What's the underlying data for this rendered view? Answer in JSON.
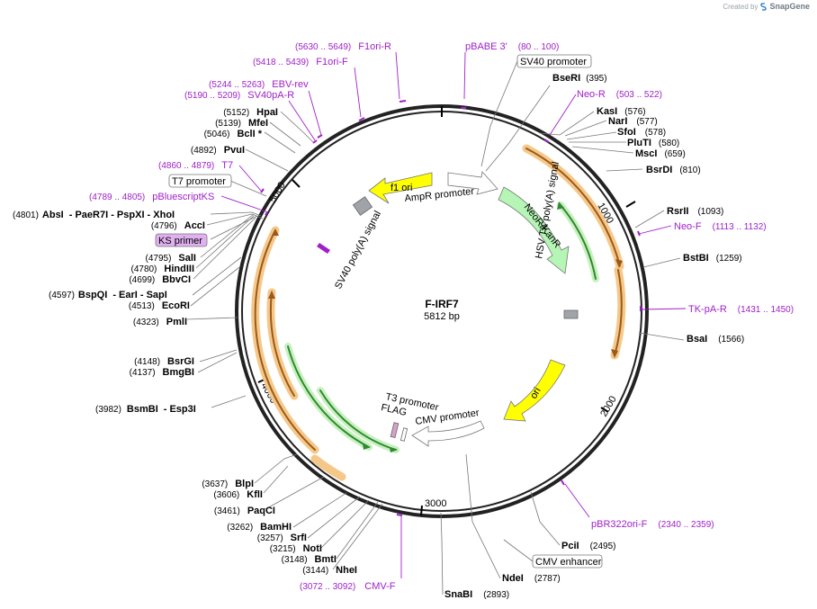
{
  "credit": {
    "prefix": "Created by",
    "brand": "SnapGene",
    "icon": "snapgene-logo-icon"
  },
  "plasmid": {
    "name": "F-IRF7",
    "length_label": "5812 bp"
  },
  "ticks": [
    "1000",
    "2000",
    "3000",
    "4000",
    "5000"
  ],
  "features": [
    {
      "label": "f1 ori",
      "color": "#ffff00"
    },
    {
      "label": "AmpR promoter",
      "color": "#ffffff"
    },
    {
      "label": "NeoR/KanR",
      "color": "#b5f5b5"
    },
    {
      "label": "HSV TK poly(A) signal",
      "color": "#a0a4a8"
    },
    {
      "label": "ori",
      "color": "#ffff00"
    },
    {
      "label": "CMV promoter",
      "color": "#ffffff"
    },
    {
      "label": "T3 promoter",
      "color": "#ffffff"
    },
    {
      "label": "FLAG",
      "color": "#d7a0c8"
    },
    {
      "label": "SV40 poly(A) signal",
      "color": "#a0a4a8"
    }
  ],
  "boxed_labels": {
    "sv40_promoter": "SV40 promoter",
    "t7_promoter": "T7 promoter",
    "ks_primer": "KS primer",
    "cmv_enhancer": "CMV enhancer"
  },
  "right_enzymes": [
    {
      "name": "BseRI",
      "pos": "(395)"
    },
    {
      "name": "KasI",
      "pos": "(576)"
    },
    {
      "name": "NarI",
      "pos": "(577)"
    },
    {
      "name": "SfoI",
      "pos": "(578)"
    },
    {
      "name": "PluTI",
      "pos": "(580)"
    },
    {
      "name": "MscI",
      "pos": "(659)"
    },
    {
      "name": "BsrDI",
      "pos": "(810)"
    },
    {
      "name": "RsrII",
      "pos": "(1093)"
    },
    {
      "name": "BstBI",
      "pos": "(1259)"
    },
    {
      "name": "BsaI",
      "pos": "(1566)"
    },
    {
      "name": "PciI",
      "pos": "(2495)"
    },
    {
      "name": "NdeI",
      "pos": "(2787)"
    },
    {
      "name": "SnaBI",
      "pos": "(2893)"
    }
  ],
  "left_enzymes": [
    {
      "pos": "(5152)",
      "name": "HpaI"
    },
    {
      "pos": "(5139)",
      "name": "MfeI"
    },
    {
      "pos": "(5046)",
      "name": "BclI *"
    },
    {
      "pos": "(4892)",
      "name": "PvuI"
    },
    {
      "pos": "(4801)",
      "name": "AbsI",
      "extra": "- PaeR7I  - PspXI  - XhoI"
    },
    {
      "pos": "(4796)",
      "name": "AccI"
    },
    {
      "pos": "(4795)",
      "name": "SalI"
    },
    {
      "pos": "(4780)",
      "name": "HindIII"
    },
    {
      "pos": "(4699)",
      "name": "BbvCI"
    },
    {
      "pos": "(4597)",
      "name": "BspQI",
      "extra": "- EarI  - SapI"
    },
    {
      "pos": "(4513)",
      "name": "EcoRI"
    },
    {
      "pos": "(4323)",
      "name": "PmlI"
    },
    {
      "pos": "(4148)",
      "name": "BsrGI"
    },
    {
      "pos": "(4137)",
      "name": "BmgBI"
    },
    {
      "pos": "(3982)",
      "name": "BsmBI",
      "extra": "- Esp3I"
    },
    {
      "pos": "(3637)",
      "name": "BlpI"
    },
    {
      "pos": "(3606)",
      "name": "KflI"
    },
    {
      "pos": "(3461)",
      "name": "PaqCI"
    },
    {
      "pos": "(3262)",
      "name": "BamHI"
    },
    {
      "pos": "(3257)",
      "name": "SrfI"
    },
    {
      "pos": "(3215)",
      "name": "NotI"
    },
    {
      "pos": "(3148)",
      "name": "BmtI"
    },
    {
      "pos": "(3144)",
      "name": "NheI"
    }
  ],
  "primers": [
    {
      "range": "(5630 .. 5649)",
      "name": "F1ori-R"
    },
    {
      "range": "(5418 .. 5439)",
      "name": "F1ori-F"
    },
    {
      "range": "(5244 .. 5263)",
      "name": "EBV-rev"
    },
    {
      "range": "(5190 .. 5209)",
      "name": "SV40pA-R"
    },
    {
      "range": "(4860 .. 4879)",
      "name": "T7"
    },
    {
      "range": "(4789 .. 4805)",
      "name": "pBluescriptKS"
    },
    {
      "range": "(80 .. 100)",
      "name": "pBABE 3'"
    },
    {
      "range": "(503 .. 522)",
      "name": "Neo-R"
    },
    {
      "range": "(1113 .. 1132)",
      "name": "Neo-F"
    },
    {
      "range": "(1431 .. 1450)",
      "name": "TK-pA-R"
    },
    {
      "range": "(2340 .. 2359)",
      "name": "pBR322ori-F"
    },
    {
      "range": "(3072 .. 3092)",
      "name": "CMV-F"
    }
  ]
}
